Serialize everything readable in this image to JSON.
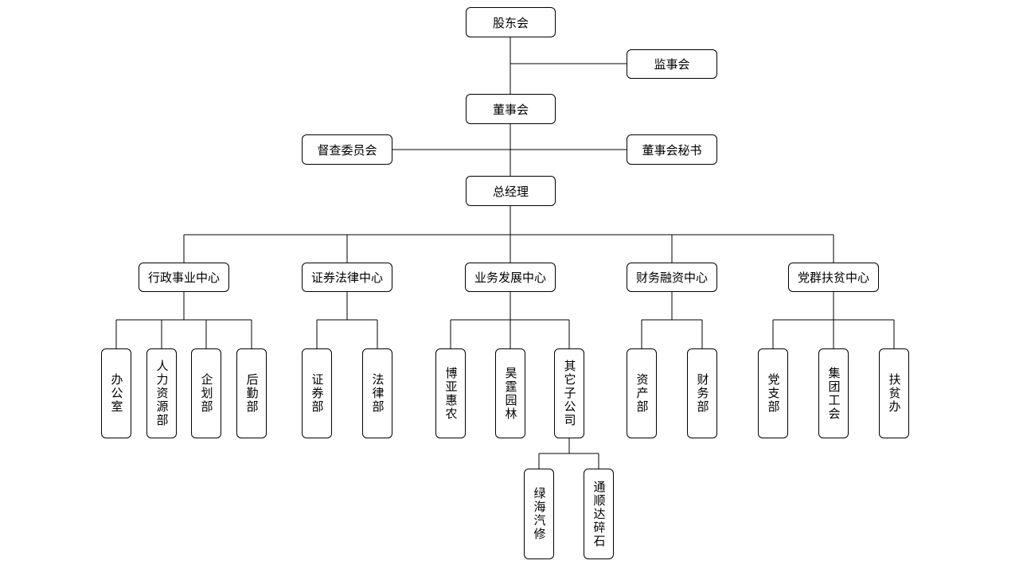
{
  "nodes": {
    "shareholders": "股东会",
    "supervisory": "监事会",
    "board": "董事会",
    "audit": "督查委员会",
    "secretary": "董事会秘书",
    "gm": "总经理",
    "admin_center": "行政事业中心",
    "securities_center": "证券法律中心",
    "business_center": "业务发展中心",
    "finance_center": "财务融资中心",
    "party_center": "党群扶贫中心",
    "office": "办公室",
    "hr": "人力资源部",
    "planning": "企划部",
    "logistics": "后勤部",
    "securities": "证券部",
    "legal": "法律部",
    "boya": "博亚惠农",
    "haoting": "昊霆园林",
    "other_subs": "其它子公司",
    "lvhai": "绿海汽修",
    "tongshunda": "通顺达碎石",
    "assets": "资产部",
    "finance": "财务部",
    "party_branch": "党支部",
    "union": "集团工会",
    "poverty": "扶贫办"
  }
}
